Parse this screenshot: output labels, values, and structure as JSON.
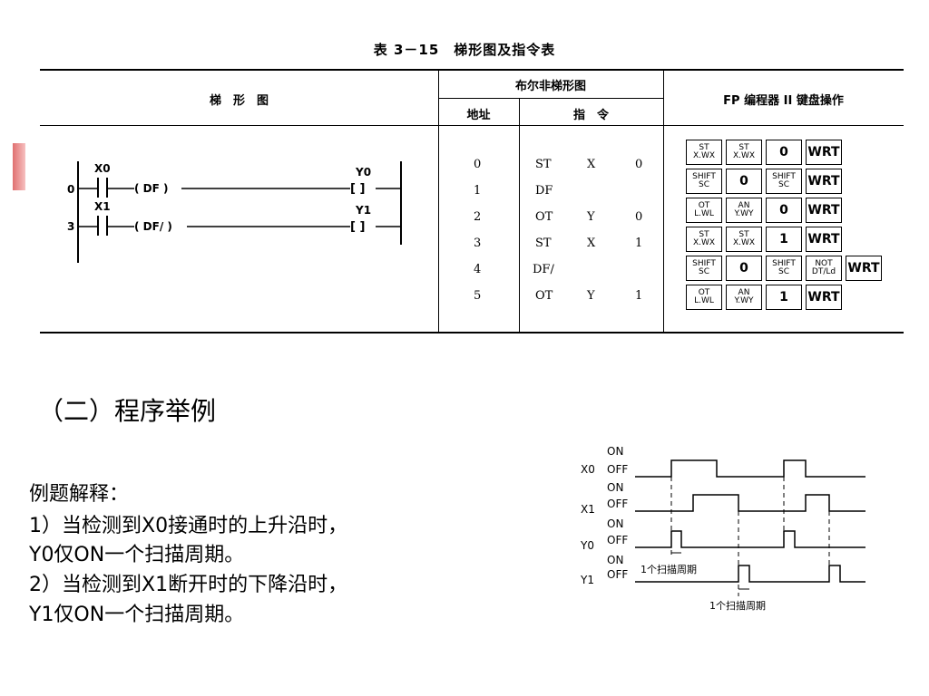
{
  "table": {
    "caption": "表 3－15　梯形图及指令表",
    "headers": {
      "ladder": "梯　形　图",
      "boolean": "布尔非梯形图",
      "address": "地址",
      "instruction": "指　令",
      "keyboard": "FP 编程器 II 键盘操作"
    },
    "rows": [
      {
        "addr": "0",
        "op": "ST",
        "reg": "X",
        "num": "0"
      },
      {
        "addr": "1",
        "op": "DF",
        "reg": "",
        "num": ""
      },
      {
        "addr": "2",
        "op": "OT",
        "reg": "Y",
        "num": "0"
      },
      {
        "addr": "3",
        "op": "ST",
        "reg": "X",
        "num": "1"
      },
      {
        "addr": "4",
        "op": "DF/",
        "reg": "",
        "num": ""
      },
      {
        "addr": "5",
        "op": "OT",
        "reg": "Y",
        "num": "1"
      }
    ],
    "keys": [
      [
        [
          "ST",
          "X.WX"
        ],
        [
          "ST",
          "X.WX"
        ],
        [
          "0"
        ],
        [
          "WRT"
        ]
      ],
      [
        [
          "SHIFT",
          "SC"
        ],
        [
          "0"
        ],
        [
          "SHIFT",
          "SC"
        ],
        [
          "WRT"
        ]
      ],
      [
        [
          "OT",
          "L.WL"
        ],
        [
          "AN",
          "Y.WY"
        ],
        [
          "0"
        ],
        [
          "WRT"
        ]
      ],
      [
        [
          "ST",
          "X.WX"
        ],
        [
          "ST",
          "X.WX"
        ],
        [
          "1"
        ],
        [
          "WRT"
        ]
      ],
      [
        [
          "SHIFT",
          "SC"
        ],
        [
          "0"
        ],
        [
          "SHIFT",
          "SC"
        ],
        [
          "NOT",
          "DT/Ld"
        ],
        [
          "WRT"
        ]
      ],
      [
        [
          "OT",
          "L.WL"
        ],
        [
          "AN",
          "Y.WY"
        ],
        [
          "1"
        ],
        [
          "WRT"
        ]
      ]
    ]
  },
  "ladder": {
    "rung1": {
      "num": "0",
      "contact": "X0",
      "func": "( DF )",
      "coil": "Y0",
      "coil_shape": "[ ]"
    },
    "rung2": {
      "num": "3",
      "contact": "X1",
      "func": "( DF/ )",
      "coil": "Y1",
      "coil_shape": "[ ]"
    }
  },
  "section_title": "（二）程序举例",
  "explanation": {
    "heading": "例题解释：",
    "line1": "1）当检测到X0接通时的上升沿时，",
    "line2": "Y0仅ON一个扫描周期。",
    "line3": "2）当检测到X1断开时的下降沿时，",
    "line4": "Y1仅ON一个扫描周期。"
  },
  "timing": {
    "on": "ON",
    "off": "OFF",
    "signals": [
      "X0",
      "X1",
      "Y0",
      "Y1"
    ],
    "scan_label": "1个扫描周期"
  }
}
